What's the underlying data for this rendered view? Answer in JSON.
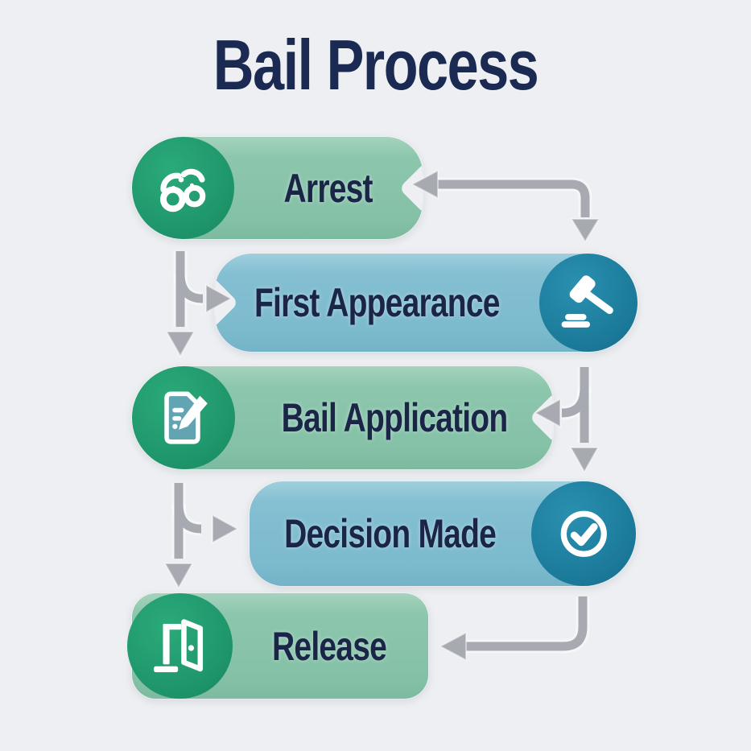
{
  "title": "Bail Process",
  "steps": [
    {
      "label": "Arrest",
      "icon": "handcuffs-icon",
      "variant": "green",
      "icon_side": "left"
    },
    {
      "label": "First Appearance",
      "icon": "gavel-icon",
      "variant": "blue",
      "icon_side": "right"
    },
    {
      "label": "Bail Application",
      "icon": "document-pen-icon",
      "variant": "green",
      "icon_side": "left"
    },
    {
      "label": "Decision Made",
      "icon": "check-circle-icon",
      "variant": "blue",
      "icon_side": "right"
    },
    {
      "label": "Release",
      "icon": "open-door-icon",
      "variant": "green",
      "icon_side": "left"
    }
  ],
  "colors": {
    "background": "#edeff2",
    "title_text": "#1b2a52",
    "step_text": "#1a2547",
    "green_pill": "#8cc6ad",
    "green_badge": "#21996e",
    "blue_pill": "#7fbccf",
    "teal_badge": "#1e7e9e",
    "arrow_gray": "#a7aab1",
    "icon_white": "#ffffff"
  }
}
